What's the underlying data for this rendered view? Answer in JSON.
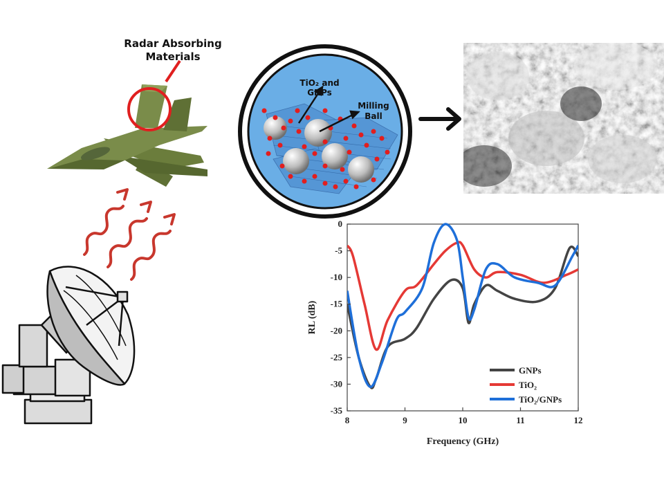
{
  "diagram": {
    "callout_label": "Radar Absorbing Materials",
    "mill_labels": {
      "particles": "TiO₂ and GNPs",
      "ball_line1": "Milling",
      "ball_line2": "Ball"
    },
    "icons": [
      "fighter-jet-icon",
      "radar-dish-icon",
      "wave-arrow-icon",
      "ball-mill-jar-icon",
      "sem-micrograph-image"
    ],
    "colors": {
      "jet": "#7a8c4a",
      "wave": "#c8372d",
      "jar_fill": "#6aaee6",
      "particle": "#e21e1e"
    }
  },
  "chart_data": {
    "type": "line",
    "title": "",
    "xlabel": "Frequency (GHz)",
    "ylabel": "RL (dB)",
    "xlim": [
      8,
      12
    ],
    "ylim": [
      -35,
      0
    ],
    "xticks": [
      "8",
      "9",
      "10",
      "11",
      "12"
    ],
    "yticks": [
      "0",
      "-5",
      "-10",
      "-15",
      "-20",
      "-25",
      "-30",
      "-35"
    ],
    "grid": false,
    "legend_position": "bottom-right",
    "series": [
      {
        "name": "GNPs",
        "color": "#444444",
        "x": [
          8.0,
          8.2,
          8.4,
          8.5,
          8.7,
          9.0,
          9.2,
          9.5,
          9.8,
          10.0,
          10.1,
          10.2,
          10.4,
          10.6,
          10.9,
          11.3,
          11.6,
          11.85,
          12.0
        ],
        "y": [
          -15,
          -25,
          -30.5,
          -29,
          -23,
          -21.5,
          -19.5,
          -14,
          -10.5,
          -12,
          -18.5,
          -15,
          -11.5,
          -12.5,
          -14,
          -14.5,
          -12,
          -4.5,
          -6
        ]
      },
      {
        "name": "TiO₂",
        "color": "#e53935",
        "x": [
          8.0,
          8.1,
          8.3,
          8.5,
          8.7,
          9.0,
          9.2,
          9.5,
          9.7,
          9.9,
          10.0,
          10.2,
          10.4,
          10.6,
          11.0,
          11.4,
          11.8,
          12.0
        ],
        "y": [
          -4,
          -6,
          -15,
          -23.5,
          -18,
          -12.5,
          -11.5,
          -7.5,
          -5,
          -3.5,
          -4,
          -8.5,
          -10,
          -9,
          -9.5,
          -11,
          -9.5,
          -8.5
        ]
      },
      {
        "name": "TiO₂/GNPs",
        "color": "#1e6fd9",
        "x": [
          8.0,
          8.2,
          8.4,
          8.6,
          8.85,
          9.0,
          9.3,
          9.5,
          9.7,
          9.9,
          10.0,
          10.1,
          10.2,
          10.4,
          10.6,
          10.9,
          11.3,
          11.6,
          11.9,
          12.0
        ],
        "y": [
          -12.5,
          -25,
          -30.5,
          -26,
          -18,
          -16.5,
          -12,
          -3.5,
          0,
          -3,
          -10,
          -17.5,
          -16,
          -8.5,
          -7.5,
          -10,
          -11,
          -11.5,
          -6,
          -4
        ]
      }
    ]
  }
}
